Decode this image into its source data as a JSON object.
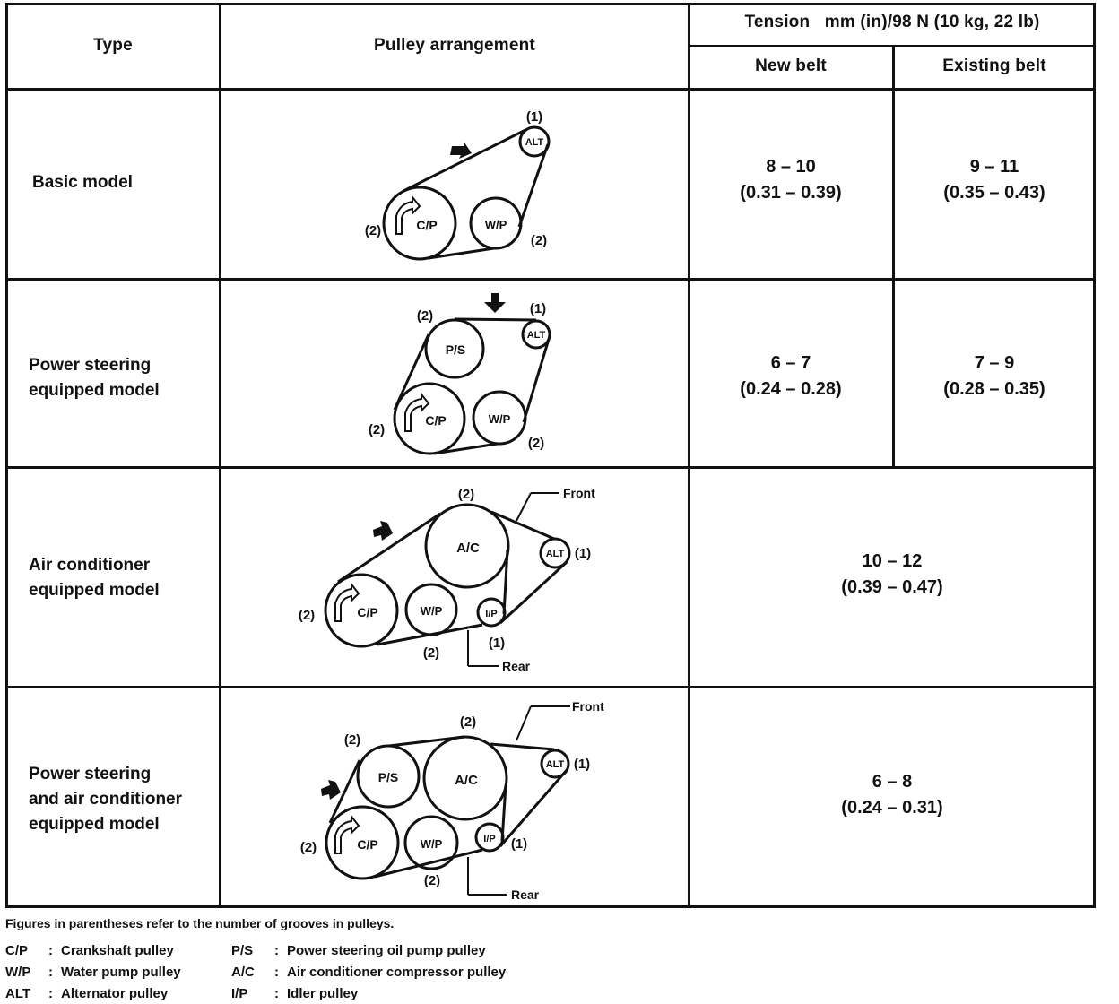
{
  "header": {
    "type": "Type",
    "pulley_arrangement": "Pulley arrangement",
    "tension": "Tension   mm (in)/98 N (10 kg, 22 lb)",
    "new_belt": "New belt",
    "existing_belt": "Existing belt"
  },
  "rows": [
    {
      "type_lines": [
        "Basic model"
      ],
      "new_belt": {
        "mm": "8 – 10",
        "in": "(0.31 – 0.39)"
      },
      "existing_belt": {
        "mm": "9 – 11",
        "in": "(0.35 – 0.43)"
      },
      "diagram": {
        "alt": "ALT",
        "cp": "C/P",
        "wp": "W/P",
        "grooves_alt": "(1)",
        "grooves_cp": "(2)",
        "grooves_wp": "(2)"
      }
    },
    {
      "type_lines": [
        "Power steering",
        "equipped model"
      ],
      "new_belt": {
        "mm": "6 – 7",
        "in": "(0.24 – 0.28)"
      },
      "existing_belt": {
        "mm": "7 – 9",
        "in": "(0.28 – 0.35)"
      },
      "diagram": {
        "alt": "ALT",
        "ps": "P/S",
        "cp": "C/P",
        "wp": "W/P",
        "grooves_ps": "(2)",
        "grooves_alt": "(1)",
        "grooves_cp": "(2)",
        "grooves_wp": "(2)"
      }
    },
    {
      "type_lines": [
        "Air conditioner",
        "equipped model"
      ],
      "combined": {
        "mm": "10 – 12",
        "in": "(0.39 – 0.47)"
      },
      "diagram": {
        "alt": "ALT",
        "ac": "A/C",
        "cp": "C/P",
        "wp": "W/P",
        "ip": "I/P",
        "front": "Front",
        "rear": "Rear",
        "grooves_ac": "(2)",
        "grooves_alt": "(1)",
        "grooves_cp": "(2)",
        "grooves_wp": "(2)",
        "grooves_ip": "(1)"
      }
    },
    {
      "type_lines": [
        "Power steering",
        "and air conditioner",
        "equipped model"
      ],
      "combined": {
        "mm": "6 – 8",
        "in": "(0.24 – 0.31)"
      },
      "diagram": {
        "alt": "ALT",
        "ac": "A/C",
        "ps": "P/S",
        "cp": "C/P",
        "wp": "W/P",
        "ip": "I/P",
        "front": "Front",
        "rear": "Rear",
        "grooves_ac": "(2)",
        "grooves_ps": "(2)",
        "grooves_alt": "(1)",
        "grooves_cp": "(2)",
        "grooves_wp": "(2)",
        "grooves_ip": "(1)"
      }
    }
  ],
  "notes": {
    "footnote": "Figures in parentheses refer to the number of grooves in pulleys.",
    "legend": [
      {
        "abbr": "C/P",
        "desc": "Crankshaft pulley"
      },
      {
        "abbr": "W/P",
        "desc": "Water pump pulley"
      },
      {
        "abbr": "ALT",
        "desc": "Alternator pulley"
      },
      {
        "abbr": "P/S",
        "desc": "Power steering oil pump pulley"
      },
      {
        "abbr": "A/C",
        "desc": "Air conditioner compressor pulley"
      },
      {
        "abbr": "I/P",
        "desc": "Idler pulley"
      }
    ],
    "sep": ":"
  }
}
